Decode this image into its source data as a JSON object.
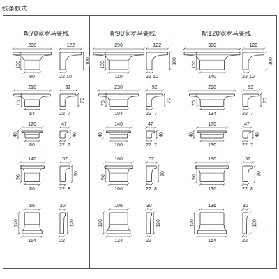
{
  "diagram": {
    "title": "线条款式",
    "nodes": [
      {
        "text": [
          "配70宽罗马瓷线"
        ]
      },
      {
        "text": [
          "配90宽罗马瓷线"
        ]
      },
      {
        "text": [
          "配120宽罗马瓷线"
        ]
      }
    ],
    "labels": [
      "220",
      "100",
      "90",
      "122",
      "100",
      "22",
      "10",
      "210",
      "70",
      "84",
      "92",
      "70",
      "22",
      "7",
      "120",
      "40",
      "80",
      "47",
      "40",
      "22",
      "7",
      "140",
      "90",
      "86",
      "57",
      "90",
      "22",
      "8",
      "86",
      "120",
      "114",
      "30",
      "120",
      "22",
      "290",
      "100",
      "110",
      "122",
      "100",
      "22",
      "10",
      "230",
      "70",
      "104",
      "92",
      "70",
      "22",
      "7",
      "140",
      "40",
      "100",
      "47",
      "40",
      "22",
      "7",
      "160",
      "90",
      "106",
      "57",
      "90",
      "22",
      "8",
      "106",
      "120",
      "134",
      "30",
      "120",
      "22",
      "320",
      "100",
      "140",
      "122",
      "100",
      "22",
      "10",
      "260",
      "70",
      "134",
      "92",
      "70",
      "22",
      "7",
      "170",
      "40",
      "130",
      "47",
      "40",
      "22",
      "7",
      "190",
      "90",
      "136",
      "57",
      "90",
      "22",
      "8",
      "136",
      "120",
      "164",
      "30",
      "120",
      "22"
    ]
  }
}
